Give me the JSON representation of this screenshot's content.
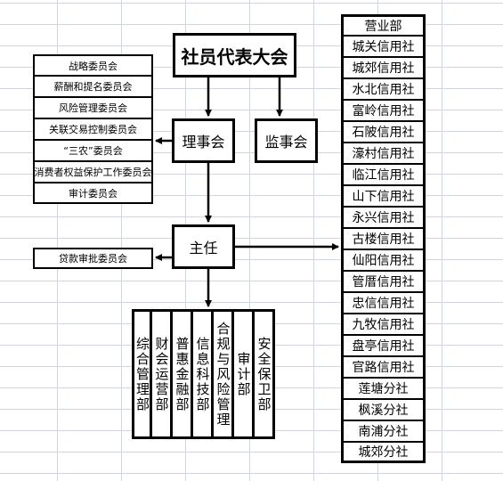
{
  "main": "社员代表大会",
  "board": "理事会",
  "supervisor": "监事会",
  "director": "主任",
  "committees": [
    "战略委员会",
    "薪酬和提名委员会",
    "风险管理委员会",
    "关联交易控制委员会",
    "“三农”委员会",
    "消费者权益保护工作委员会",
    "审计委员会"
  ],
  "loan_committee": "贷款审批委员会",
  "departments": [
    "综合管理部",
    "财会运营部",
    "普惠金融部",
    "信息科技部",
    "合规与风险管理",
    "审计部",
    "安全保卫部"
  ],
  "branches": [
    "营业部",
    "城关信用社",
    "城郊信用社",
    "水北信用社",
    "富岭信用社",
    "石陂信用社",
    "濠村信用社",
    "临江信用社",
    "山下信用社",
    "永兴信用社",
    "古楼信用社",
    "仙阳信用社",
    "管厝信用社",
    "忠信信用社",
    "九牧信用社",
    "盘亭信用社",
    "官路信用社",
    "莲塘分社",
    "枫溪分社",
    "南浦分社",
    "城郊分社"
  ]
}
